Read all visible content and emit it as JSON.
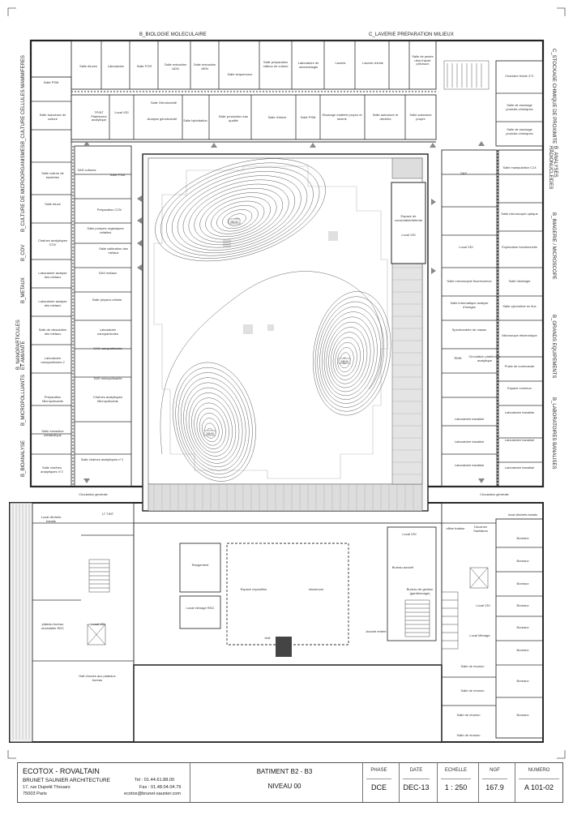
{
  "zones": {
    "top": [
      "B_BIOLOGIE MOLECULAIRE",
      "C_LAVERIE PREPARATION MILIEUX"
    ],
    "left": [
      "B_CULTURE CELLULES MAMMIFERES",
      "B_CULTURE DE MICROORGANISMES",
      "B_COV",
      "B_METAUX",
      "B_NANOPARTICULES ET AMIANTE",
      "B_MICROPOLLUANTS",
      "B_BIOANALYSE"
    ],
    "right": [
      "C_STOCKAGE CHIMIQUE DE PROXIMITE",
      "B_ANALYSES RADIONUCLEIDES",
      "B_IMAGERIE / MICROSCOPE",
      "B_GRANDS EQUIPEMENTS",
      "B_LABORATOIRES BANALISES"
    ]
  },
  "rooms": {
    "top_row1": [
      "Salle étuves",
      "Laboratoire",
      "Salle PCR",
      "Salle extraction ADN",
      "Salle extraction ARN",
      "Salle séquenceur",
      "Salle préparation milieux de culture",
      "Laboratoire de microbiologie",
      "Laverie",
      "Laverie chimie",
      "Salle de pesée ultra fraude précision"
    ],
    "top_row2": [
      "TP/NT Plateforme analytique",
      "Local VDI",
      "Salle Génotoxicité",
      "Analyse génotoxicité",
      "Salle hybridation",
      "Salle production eau qualité",
      "Salle d'étuve",
      "Salle PSM",
      "Stockage matériel propre et laverie",
      "Salle autoclave et déchets",
      "Salle autoclave propre"
    ],
    "left_wing": [
      "Salle PSM",
      "Salle autoclave de culture",
      "SAS cultures",
      "Salle culture de bactéries",
      "Salle PSM",
      "Salle étuve",
      "Préparation COV",
      "Salle pompes organiques volatiles",
      "Chaînes analytiques COV",
      "Salle calibration des métaux",
      "Laboratoire analyse des métaux",
      "SAS métaux",
      "Laboratoire analyse des métaux",
      "Salle physico-chimie",
      "Salle de dissolution des métaux",
      "Laboratoire nanoparticules",
      "Laboratoire nanoparticules 2",
      "SAS nanoparticules",
      "SAS micropolluants",
      "Préparation Micropolluants",
      "Chaînes analytiques Micropolluants",
      "Salle extraction métabolique",
      "Salle chaînes analytiques n°1",
      "Salle chaînes analytiques n°2"
    ],
    "right_wing": [
      "Chambre froide 4°C",
      "Salle de stockage produits chimiques",
      "Salle de stockage produits chimiques",
      "SAS",
      "Salle manipulation C14",
      "Local VDI",
      "Salle microscopie optique",
      "Exploration fonctionnelle",
      "Salle microscopie fluorescence",
      "Salle histologie",
      "Salle informatique analyse d'images",
      "Salle cytométrie en flux",
      "Spectromètre de masse",
      "Microscope électronique",
      "RMN",
      "Circulation plateforme analytique",
      "Poste de commande",
      "Espace commun",
      "Laboratoire banalisé",
      "Laboratoire banalisé",
      "Laboratoire banalisé",
      "Laboratoire banalisé",
      "Laboratoire banalisé",
      "Laboratoire banalisé"
    ],
    "courtyard": [
      "Espace de convivialité/détente",
      "Local VDI"
    ],
    "ground_left": [
      "Circulation générale",
      "Local déchets banals",
      "LT TINT",
      "Local VDI",
      "plateau bureau modulable RDC",
      "Hall d'accès aux plateaux bureau"
    ],
    "ground_center": [
      "Rangement",
      "Local ménage RDC",
      "Espace exposition",
      "showroom",
      "Local VDI",
      "Bureau accueil",
      "Bureau de gestion (gardiennage)",
      "Accueil entrée",
      "Hall"
    ],
    "ground_right": [
      "Circulation générale",
      "local déchets banals",
      "office traiteur",
      "Douches Sanitaires",
      "Bureaux",
      "Bureaux",
      "Bureaux",
      "Bureaux",
      "Bureaux",
      "Bureaux",
      "Bureaux",
      "Bureaux",
      "Local VDI",
      "Local Ménage",
      "Salle de réunion",
      "Salle de réunion",
      "Salle de réunion",
      "Salle de réunion"
    ]
  },
  "spot_heights": [
    "250,00",
    "248,00",
    "249,00"
  ],
  "title_block": {
    "project": "ECOTOX - ROVALTAIN",
    "architect": "BRUNET SAUNIER ARCHITECTURE",
    "address_line1": "17, rue Dupetit Thouars",
    "address_line2": "75003 Paris",
    "tel": "Tel : 01.44.61.88.00",
    "fax": "Fax : 01.48.04.04.79",
    "email": "ecotox@brunet-saunier.com",
    "building": "BATIMENT B2 - B3",
    "level": "NIVEAU 00",
    "phase_label": "PHASE",
    "phase": "DCE",
    "date_label": "DATE",
    "date": "DEC-13",
    "scale_label": "ECHELLE",
    "scale": "1 : 250",
    "ngf_label": "NGF",
    "ngf": "167.9",
    "number_label": "NUMERO",
    "number": "A 101-02"
  }
}
